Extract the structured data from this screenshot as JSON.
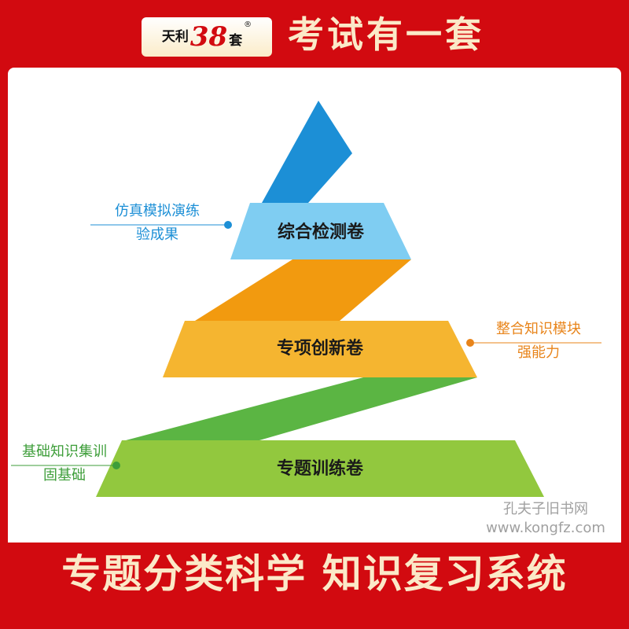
{
  "header": {
    "logo_text": "天利38套",
    "logo_prefix": "天利",
    "logo_number": "38",
    "logo_suffix": "套",
    "registered_mark": "®",
    "slogan": "考试有一套"
  },
  "pyramid": {
    "levels": [
      {
        "label": "综合检测卷",
        "color": "#7fcdf2",
        "connector_color": "#1c8fd6"
      },
      {
        "label": "专项创新卷",
        "color": "#f5b530",
        "connector_color": "#f29a0f"
      },
      {
        "label": "专题训练卷",
        "color": "#92c83e",
        "connector_color": "#5bb543"
      }
    ]
  },
  "annotations": [
    {
      "line1": "仿真模拟演练",
      "line2": "验成果",
      "color": "#1c8fd6"
    },
    {
      "line1": "整合知识模块",
      "line2": "强能力",
      "color": "#e8841a"
    },
    {
      "line1": "基础知识集训",
      "line2": "固基础",
      "color": "#3e9e3a"
    }
  ],
  "footer": {
    "slogan": "专题分类科学 知识复习系统"
  },
  "watermark": {
    "line1": "孔夫子旧书网",
    "line2": "www.kongfz.com"
  }
}
